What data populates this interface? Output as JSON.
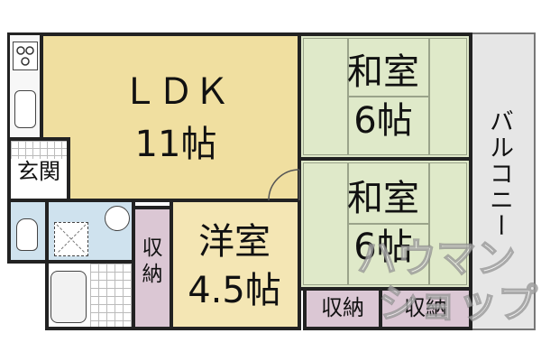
{
  "rooms": {
    "ldk": {
      "name": "ＬＤＫ",
      "size": "11帖"
    },
    "washitsu_1": {
      "name": "和室",
      "size": "6帖"
    },
    "washitsu_2": {
      "name": "和室",
      "size": "6帖"
    },
    "yoshitsu": {
      "name": "洋室",
      "size": "4.5帖"
    },
    "genkan": {
      "name": "玄関"
    },
    "closet_left": {
      "name": "収納"
    },
    "closet_bottom_1": {
      "name": "収納"
    },
    "closet_bottom_2": {
      "name": "収納"
    },
    "balcony": {
      "name": "バルコニー"
    }
  },
  "watermark": {
    "line1": "ハウマン",
    "line2": "ショップ"
  },
  "colors": {
    "ldk": "#f0dfa0",
    "washitsu": "#dfe9c9",
    "yoshitsu": "#f4e6b4",
    "closet": "#dbc7d4",
    "balcony": "#e6e6e6",
    "bath": "#cfe2ee",
    "wall": "#222222"
  }
}
